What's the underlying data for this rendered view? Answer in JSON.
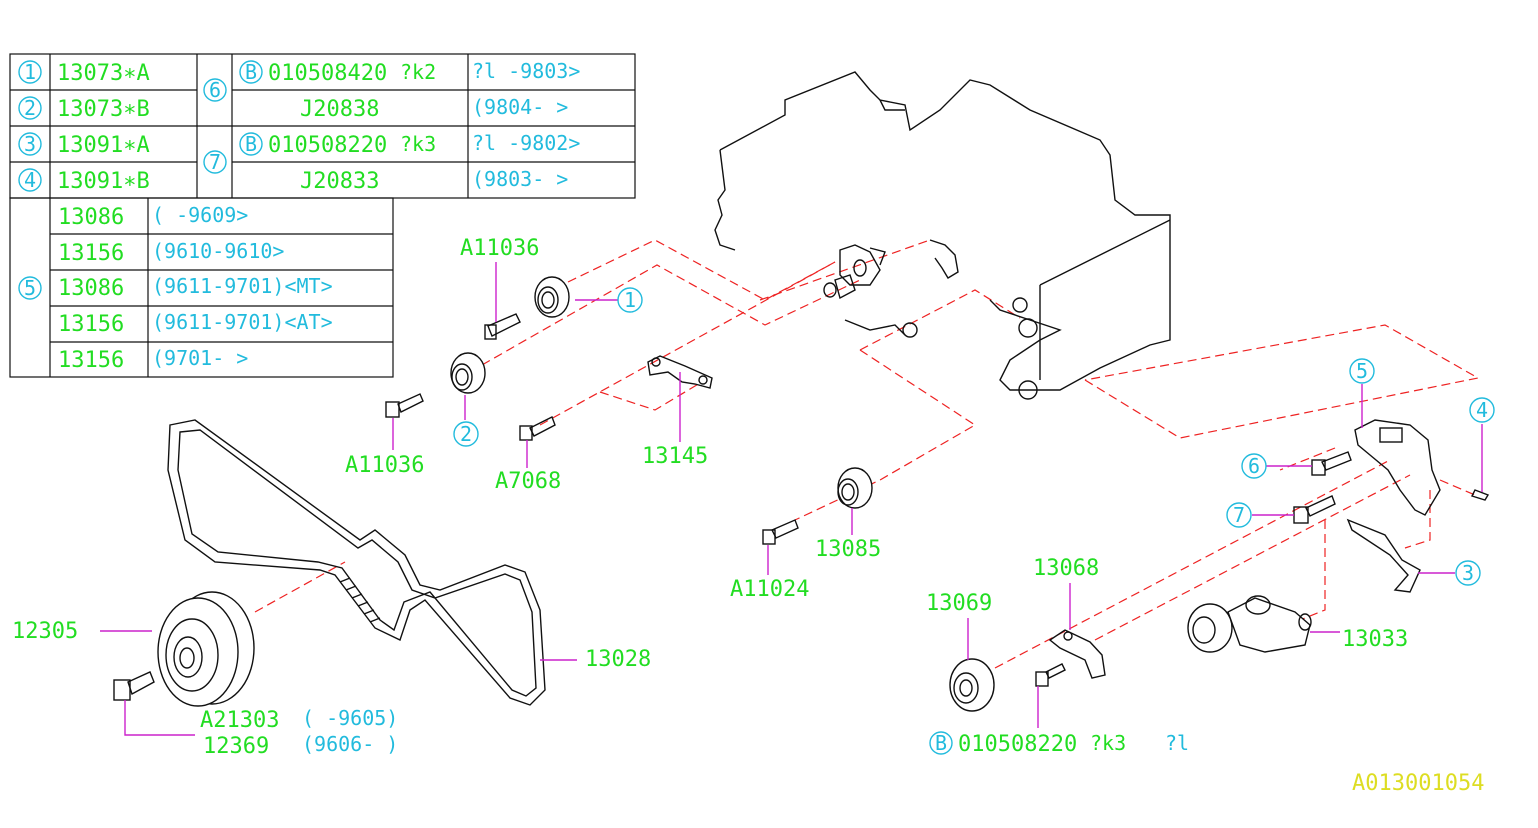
{
  "table1": {
    "rows": [
      {
        "marker": "1",
        "part": "13073∗A"
      },
      {
        "marker": "2",
        "part": "13073∗B"
      },
      {
        "marker": "3",
        "part": "13091∗A"
      },
      {
        "marker": "4",
        "part": "13091∗B"
      }
    ],
    "group6": {
      "marker": "6",
      "bolt_marker": "B",
      "part_a": "010508420",
      "suffix_a": "?k2",
      "date_a": "?l   -9803>",
      "part_b": "J20838",
      "date_b": "(9804-    >"
    },
    "group7": {
      "marker": "7",
      "bolt_marker": "B",
      "part_a": "010508220",
      "suffix_a": "?k3",
      "date_a": "?l   -9802>",
      "part_b": "J20833",
      "date_b": "(9803-    >"
    }
  },
  "table2": {
    "marker": "5",
    "rows": [
      {
        "part": "13086",
        "date": "(      -9609>"
      },
      {
        "part": "13156",
        "date": "(9610-9610>"
      },
      {
        "part": "13086",
        "date": "(9611-9701)<MT>"
      },
      {
        "part": "13156",
        "date": "(9611-9701)<AT>"
      },
      {
        "part": "13156",
        "date": "(9701-    >"
      }
    ]
  },
  "labels": {
    "a11036_top": "A11036",
    "a11036_bottom": "A11036",
    "a7068": "A7068",
    "p13145": "13145",
    "p13085": "13085",
    "a11024": "A11024",
    "p12305": "12305",
    "p13028": "13028",
    "a21303": "A21303",
    "a21303_date": "(      -9605)",
    "p12369": "12369",
    "p12369_date": "(9606-     )",
    "p13069": "13069",
    "p13068": "13068",
    "p13033": "13033",
    "bottom_bolt_marker": "B",
    "bottom_bolt_part": "010508220",
    "bottom_bolt_suffix": "?k3",
    "bottom_bolt_date": "?l",
    "callout_1": "1",
    "callout_2": "2",
    "callout_3": "3",
    "callout_4": "4",
    "callout_5": "5",
    "callout_6": "6",
    "callout_7": "7"
  },
  "diagram_code": "A013001054",
  "colors": {
    "part_number": "#22dd22",
    "date_code": "#22bbdd",
    "leader": "#cc22cc",
    "dashed_line": "#ee2222",
    "diagram_code": "#dddd22"
  }
}
